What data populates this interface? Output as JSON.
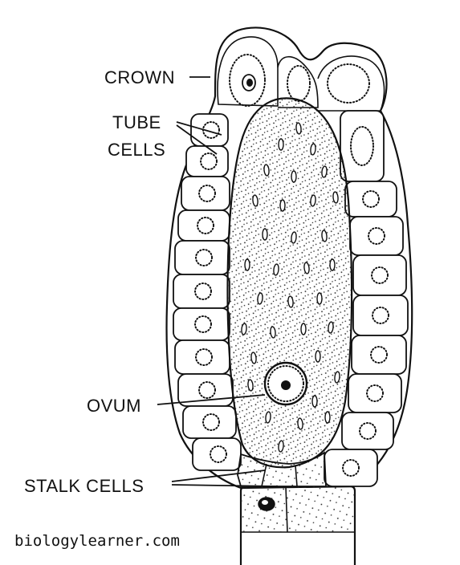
{
  "labels": {
    "crown": "CROWN",
    "tube_cells_line1": "TUBE",
    "tube_cells_line2": "CELLS",
    "ovum": "OVUM",
    "stalk_cells": "STALK CELLS"
  },
  "watermark": "biologylearner.com"
}
